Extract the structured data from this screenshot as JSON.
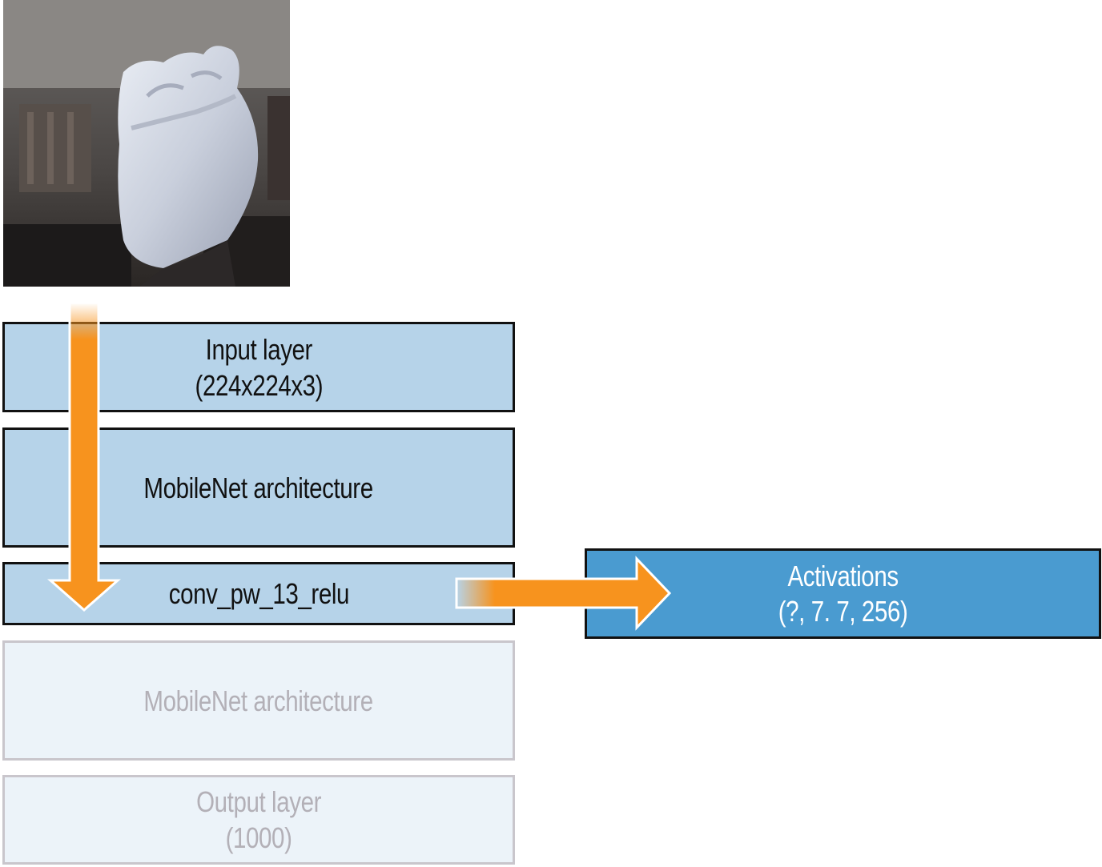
{
  "layers": {
    "input": {
      "line1": "Input layer",
      "line2": "(224x224x3)"
    },
    "mobilenet_top": "MobileNet architecture",
    "conv": "conv_pw_13_relu",
    "mobilenet_bottom": "MobileNet architecture",
    "output": {
      "line1": "Output layer",
      "line2": "(1000)"
    }
  },
  "activations": {
    "line1": "Activations",
    "line2": "(?, 7. 7, 256)"
  },
  "colors": {
    "active_layer": "#b6d3e9",
    "faded_layer": "#ecf3f9",
    "activations_box": "#4a9bd0",
    "arrow": "#f7931e"
  },
  "icons": {
    "photo": "fist-hand-photo",
    "down_arrow": "down-arrow-icon",
    "right_arrow": "right-arrow-icon"
  }
}
